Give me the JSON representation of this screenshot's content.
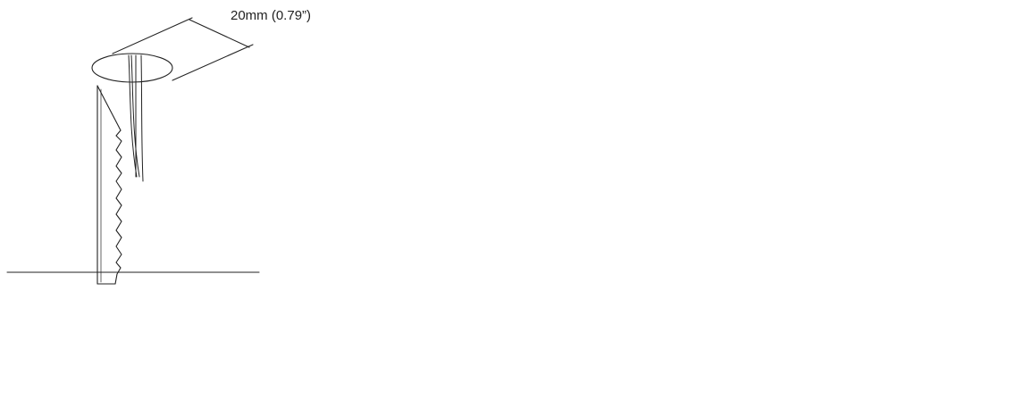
{
  "diagram": {
    "dimension_label": "20mm (0.79”)",
    "steps": [
      {
        "id": "step-1-drill-hole"
      },
      {
        "id": "step-2-pull-wires"
      },
      {
        "id": "step-3-insert-light"
      }
    ],
    "colors": {
      "line": "#222222",
      "background": "#ffffff"
    }
  }
}
